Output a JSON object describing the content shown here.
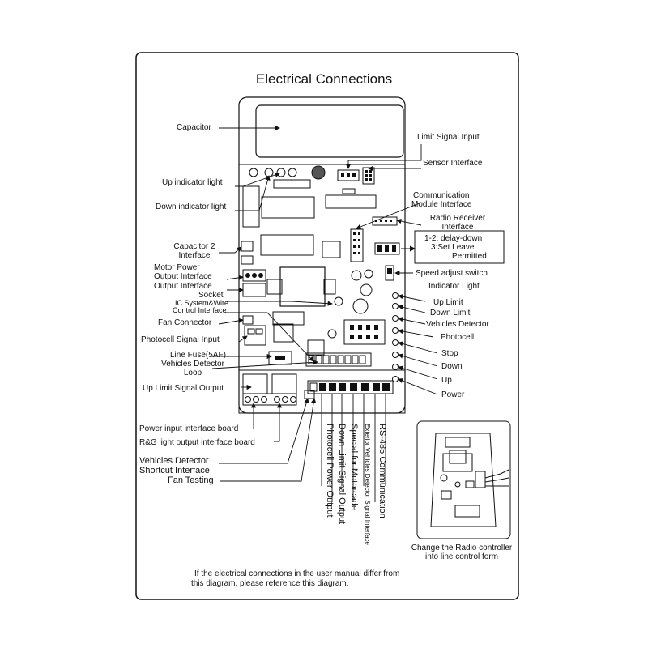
{
  "diagram": {
    "title": "Electrical Connections",
    "left_labels": {
      "capacitor": "Capacitor",
      "up_indicator_light": "Up indicator light",
      "down_indicator_light": "Down indicator light",
      "capacitor2_line1": "Capacitor 2",
      "capacitor2_line2": "Interface",
      "motor_power_line1": "Motor Power",
      "motor_power_line2": "Output Interface",
      "output_socket_line1": "Output Interface",
      "output_socket_line2": "Socket",
      "ic_system_line1": "IC System&Wire",
      "ic_system_line2": "Control Interface",
      "fan_connector": "Fan Connector",
      "photocell_signal_input": "Photocell Signal Input",
      "line_fuse": "Line Fuse(5AF)",
      "vehicles_loop_line1": "Vehicles Detector",
      "vehicles_loop_line2": "Loop",
      "up_limit_signal_output": "Up Limit Signal Output",
      "power_input_board": "Power input interface board",
      "rg_light_board": "R&G light output interface board",
      "vehicles_shortcut_line1": "Vehicles Detector",
      "vehicles_shortcut_line2": "Shortcut Interface",
      "fan_testing": "Fan Testing"
    },
    "right_labels": {
      "limit_signal_input": "Limit Signal Input",
      "sensor_interface": "Sensor Interface",
      "comm_module_line1": "Communication",
      "comm_module_line2": "Module Interface",
      "radio_receiver_line1": "Radio Receiver",
      "radio_receiver_line2": "Interface",
      "dip_line1": "1-2: delay-down",
      "dip_line2": "3:Set Leave",
      "dip_line3": "Permitted",
      "speed_adjust_switch": "Speed adjust switch",
      "indicator_light": "Indicator Light",
      "up_limit": "Up Limit",
      "down_limit": "Down Limit",
      "vehicles_detector": "Vehicles Detector",
      "photocell": "Photocell",
      "stop": "Stop",
      "down": "Down",
      "up": "Up",
      "power": "Power"
    },
    "bottom_vertical_labels": {
      "photocell_power_output": "Photocell Power Output",
      "down_limit_signal_output": "Down Limit Signal Output",
      "special_for_motorcade": "Special for Motorcade",
      "exterior_vehicles_detector": "Exterior Vehicles Detector Signal Interface",
      "rs485_communication": "RS-485 Communication"
    },
    "radio_caption_line1": "Change the Radio controller",
    "radio_caption_line2": "into line control form",
    "footnote_line1": "If the electrical connections in the user manual differ from",
    "footnote_line2": "this diagram, please reference this diagram."
  }
}
